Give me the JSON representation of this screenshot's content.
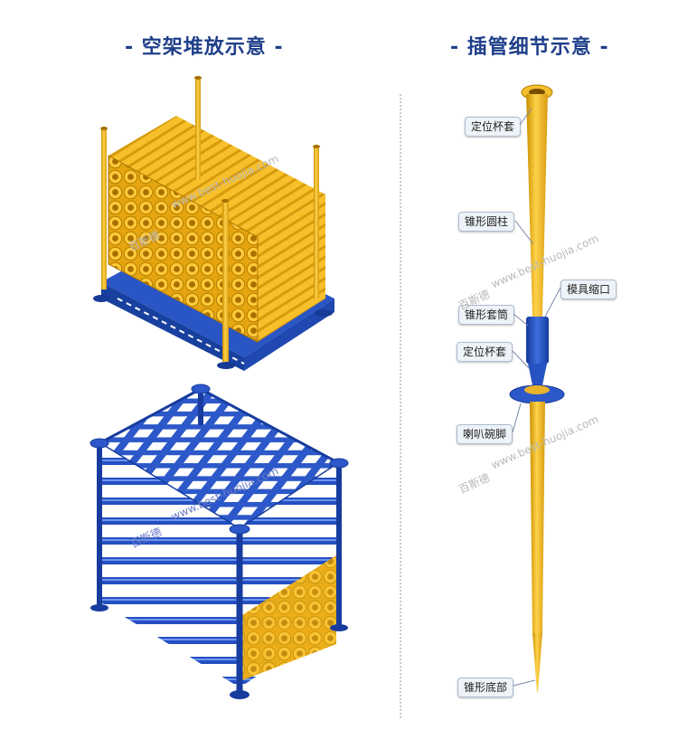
{
  "titles": {
    "left": "- 空架堆放示意 -",
    "right": "- 插管细节示意 -"
  },
  "callouts": {
    "cup_top": "定位杯套",
    "cone_column": "锥形圆柱",
    "mold_neck": "模具缩口",
    "cone_sleeve": "锥形套筒",
    "cup_mid": "定位杯套",
    "flare_foot": "喇叭碗脚",
    "cone_bottom": "锥形底部"
  },
  "watermarks": {
    "brand": "百斯德",
    "url": "www.best-huojia.com"
  },
  "colors": {
    "title": "#1f3f8a",
    "pipe_yellow": "#f2b81e",
    "frame_blue": "#1f49b8"
  }
}
